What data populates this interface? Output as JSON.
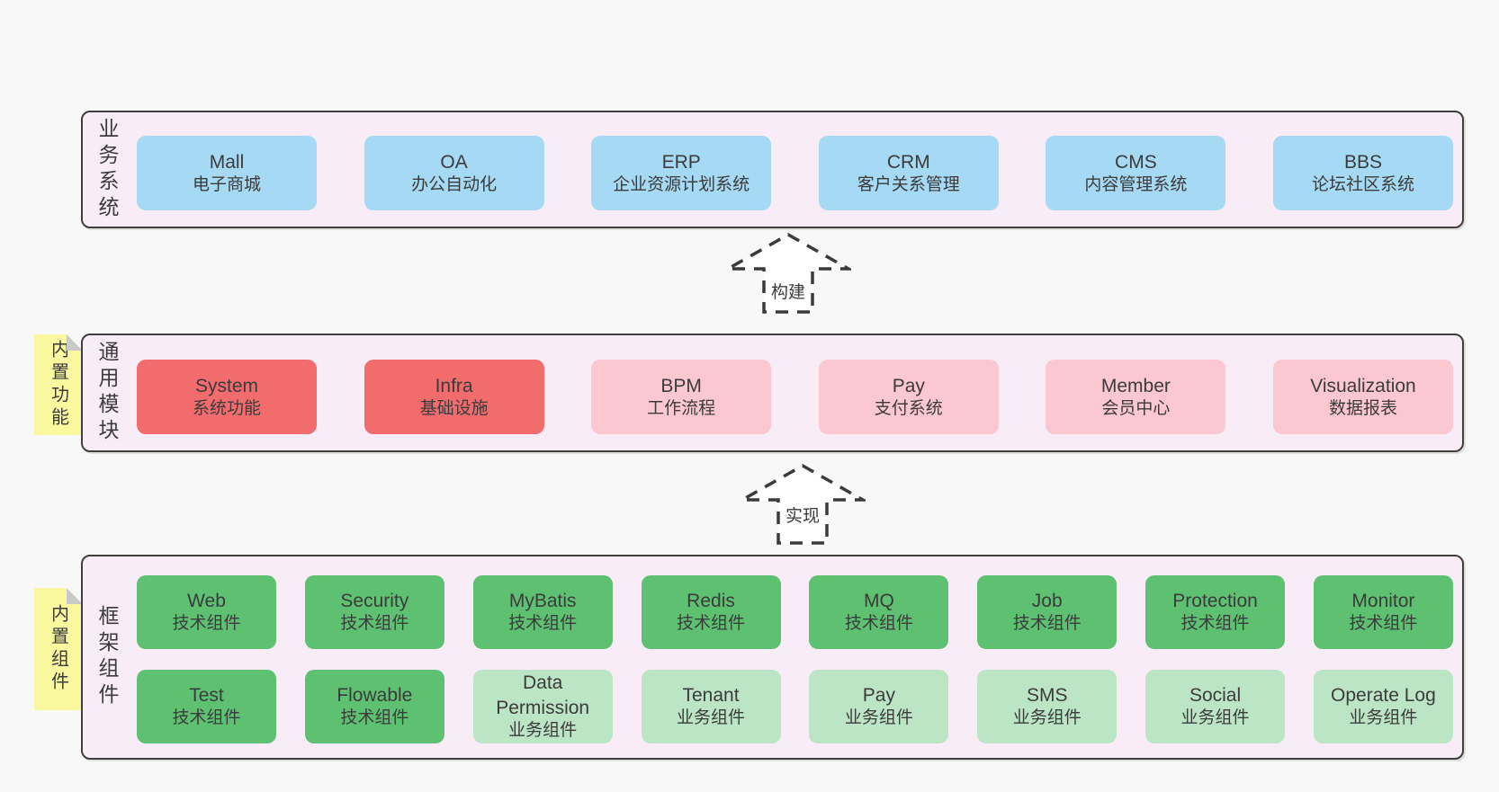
{
  "palette": {
    "page_background": "#f8f8f8",
    "container_fill": "#f8edf6",
    "container_border": "#3f3f3f",
    "blue": "#a6daf4",
    "red": "#f26c6e",
    "pink": "#fbc8d2",
    "green": "#5ec172",
    "light_green": "#bce5c5",
    "note_yellow": "#fbf9a0",
    "note_fold_gray": "#c9c9c9",
    "arrow_fill": "#ffffff",
    "text": "#3b3b3b"
  },
  "layers": {
    "business": {
      "label": "业务系统",
      "boxes": [
        {
          "title": "Mall",
          "subtitle": "电子商城",
          "color": "blue"
        },
        {
          "title": "OA",
          "subtitle": "办公自动化",
          "color": "blue"
        },
        {
          "title": "ERP",
          "subtitle": "企业资源计划系统",
          "color": "blue"
        },
        {
          "title": "CRM",
          "subtitle": "客户关系管理",
          "color": "blue"
        },
        {
          "title": "CMS",
          "subtitle": "内容管理系统",
          "color": "blue"
        },
        {
          "title": "BBS",
          "subtitle": "论坛社区系统",
          "color": "blue"
        }
      ]
    },
    "modules": {
      "label": "通用模块",
      "note": "内置功能",
      "boxes": [
        {
          "title": "System",
          "subtitle": "系统功能",
          "color": "red"
        },
        {
          "title": "Infra",
          "subtitle": "基础设施",
          "color": "red"
        },
        {
          "title": "BPM",
          "subtitle": "工作流程",
          "color": "pink"
        },
        {
          "title": "Pay",
          "subtitle": "支付系统",
          "color": "pink"
        },
        {
          "title": "Member",
          "subtitle": "会员中心",
          "color": "pink"
        },
        {
          "title": "Visualization",
          "subtitle": "数据报表",
          "color": "pink"
        }
      ]
    },
    "framework": {
      "label": "框架组件",
      "note": "内置组件",
      "rows": [
        [
          {
            "title": "Web",
            "subtitle": "技术组件",
            "color": "green"
          },
          {
            "title": "Security",
            "subtitle": "技术组件",
            "color": "green"
          },
          {
            "title": "MyBatis",
            "subtitle": "技术组件",
            "color": "green"
          },
          {
            "title": "Redis",
            "subtitle": "技术组件",
            "color": "green"
          },
          {
            "title": "MQ",
            "subtitle": "技术组件",
            "color": "green"
          },
          {
            "title": "Job",
            "subtitle": "技术组件",
            "color": "green"
          },
          {
            "title": "Protection",
            "subtitle": "技术组件",
            "color": "green"
          },
          {
            "title": "Monitor",
            "subtitle": "技术组件",
            "color": "green"
          }
        ],
        [
          {
            "title": "Test",
            "subtitle": "技术组件",
            "color": "green"
          },
          {
            "title": "Flowable",
            "subtitle": "技术组件",
            "color": "green"
          },
          {
            "title": "Data Permission",
            "subtitle": "业务组件",
            "color": "light_green"
          },
          {
            "title": "Tenant",
            "subtitle": "业务组件",
            "color": "light_green"
          },
          {
            "title": "Pay",
            "subtitle": "业务组件",
            "color": "light_green"
          },
          {
            "title": "SMS",
            "subtitle": "业务组件",
            "color": "light_green"
          },
          {
            "title": "Social",
            "subtitle": "业务组件",
            "color": "light_green"
          },
          {
            "title": "Operate Log",
            "subtitle": "业务组件",
            "color": "light_green"
          }
        ]
      ]
    }
  },
  "arrows": [
    {
      "label": "构建"
    },
    {
      "label": "实现"
    }
  ]
}
